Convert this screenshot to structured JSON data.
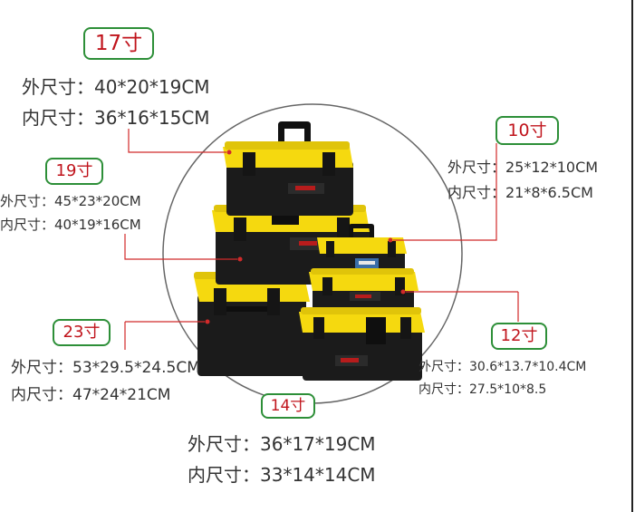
{
  "products": [
    {
      "size_label": "17寸",
      "outer": "外尺寸：40*20*19CM",
      "inner": "内尺寸：36*16*15CM"
    },
    {
      "size_label": "19寸",
      "outer": "外尺寸：45*23*20CM",
      "inner": "内尺寸：40*19*16CM"
    },
    {
      "size_label": "23寸",
      "outer": "外尺寸：53*29.5*24.5CM",
      "inner": "内尺寸：47*24*21CM"
    },
    {
      "size_label": "14寸",
      "outer": "外尺寸：36*17*19CM",
      "inner": "内尺寸：33*14*14CM"
    },
    {
      "size_label": "10寸",
      "outer": "外尺寸：25*12*10CM",
      "inner": "内尺寸：21*8*6.5CM"
    },
    {
      "size_label": "12寸",
      "outer": "外尺寸：30.6*13.7*10.4CM",
      "inner": "内尺寸：27.5*10*8.5"
    }
  ],
  "colors": {
    "accent_yellow": "#f5d90f",
    "box_black": "#1b1b1b",
    "label_green": "#2d8f38",
    "label_red": "#c0141c",
    "leader_red": "#d12a2a"
  }
}
